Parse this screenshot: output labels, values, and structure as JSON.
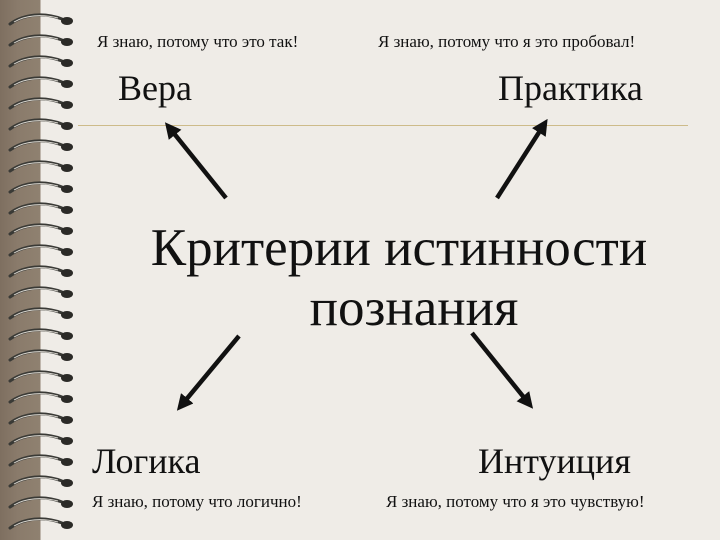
{
  "slide": {
    "title_line1": "Критерии истинности",
    "title_line2": "познания",
    "top_left": {
      "caption": "Я знаю, потому что это так!",
      "label": "Вера"
    },
    "top_right": {
      "caption": "Я знаю, потому что я это пробовал!",
      "label": "Практика"
    },
    "bottom_left": {
      "label": "Логика",
      "caption": "Я знаю, потому что логично!"
    },
    "bottom_right": {
      "label": "Интуиция",
      "caption": "Я знаю, потому что я это чувствую!"
    }
  },
  "colors": {
    "paper": "#efece7",
    "background": "#8a7b6b",
    "arrow": "#111111",
    "rule_line": "#cdbb8a"
  },
  "icons": {
    "binding": "spiral-binding-icon",
    "arrows": "arrow-icon"
  }
}
